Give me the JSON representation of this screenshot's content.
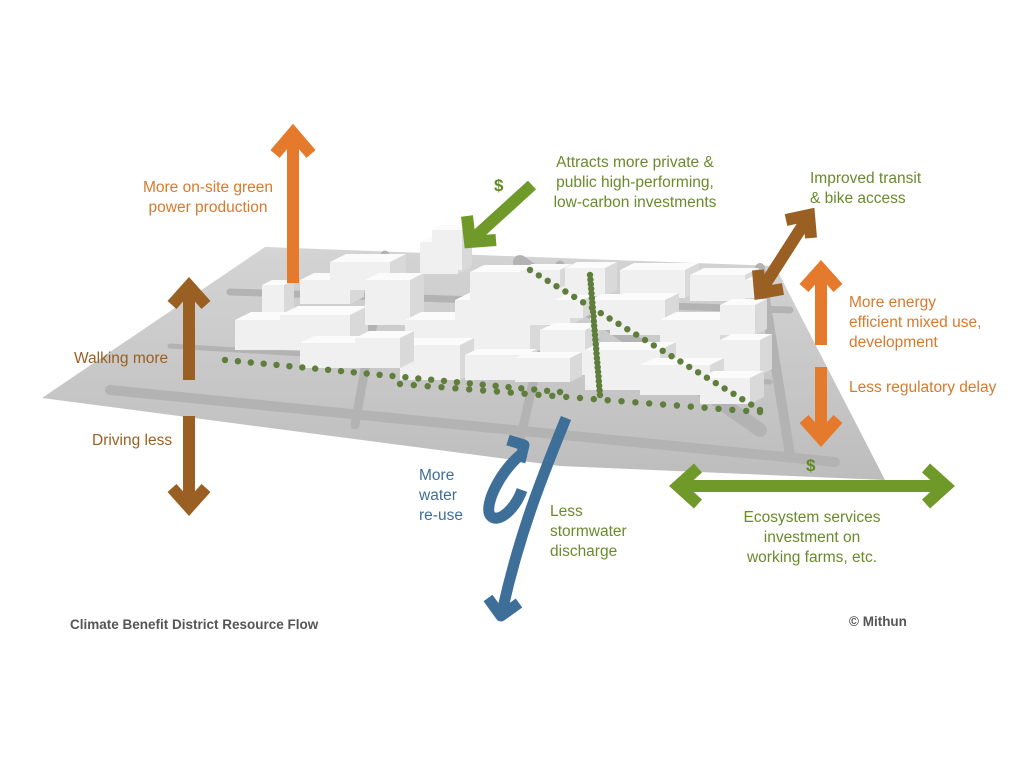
{
  "colors": {
    "orange": "#e57a2c",
    "green": "#6f9a2a",
    "brown": "#9a5f22",
    "blue": "#3e6f98",
    "ground": "#c9c9c9",
    "street": "#b5b5b5",
    "building": "#f2f2f2",
    "tree": "#5e7a3a"
  },
  "labels": {
    "green_power": [
      "More on-site green",
      "power production"
    ],
    "attracts": [
      "Attracts more private &",
      "public high-performing,",
      "low-carbon investments"
    ],
    "transit": [
      "Improved transit",
      "& bike access"
    ],
    "energy": [
      "More energy",
      "efficient mixed use,",
      "development"
    ],
    "regulatory": "Less regulatory delay",
    "walking": "Walking more",
    "driving": "Driving less",
    "water": [
      "More",
      "water",
      "re-use"
    ],
    "stormwater": [
      "Less",
      "stormwater",
      "discharge"
    ],
    "ecosystem": [
      "Ecosystem services",
      "investment on",
      "working farms, etc."
    ],
    "dollar_sign": "$"
  },
  "caption": {
    "title": "Climate Benefit District Resource Flow",
    "credit": "© Mithun"
  }
}
